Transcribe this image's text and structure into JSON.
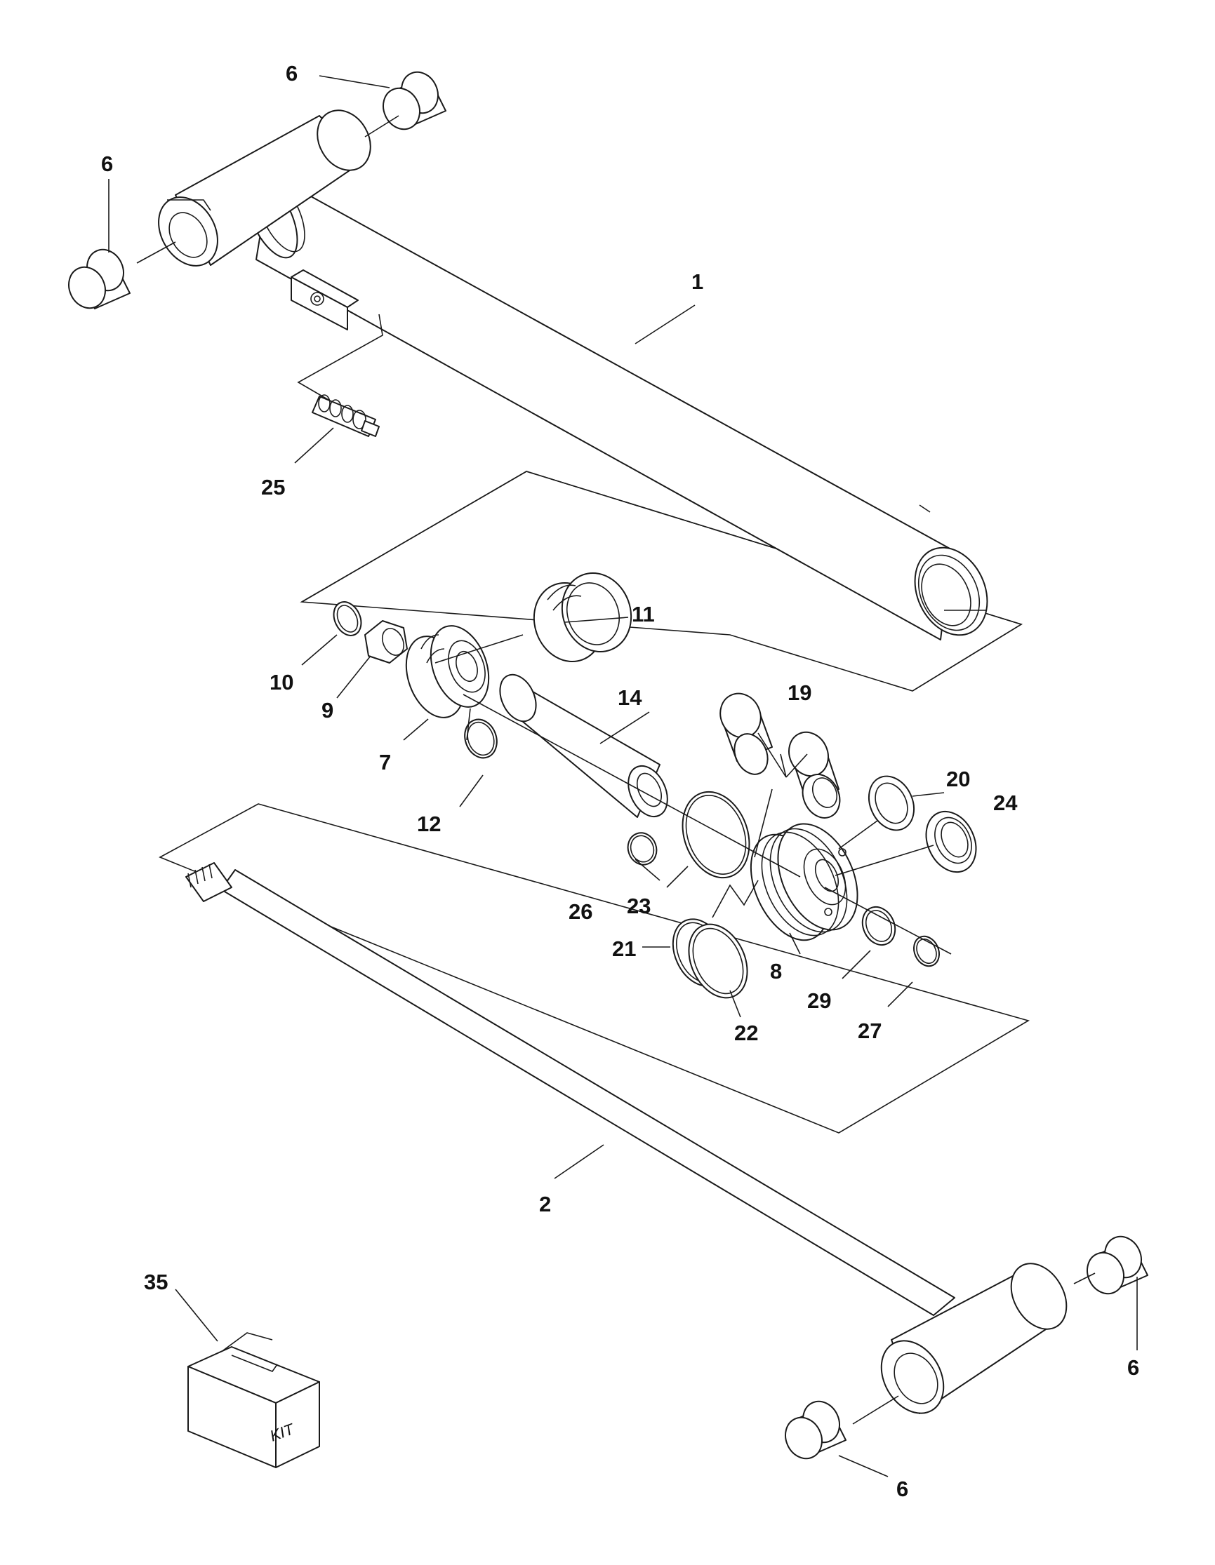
{
  "diagram": {
    "callouts": {
      "c1": "1",
      "c2": "2",
      "c6a": "6",
      "c6b": "6",
      "c6c": "6",
      "c6d": "6",
      "c7": "7",
      "c8": "8",
      "c9": "9",
      "c10": "10",
      "c11": "11",
      "c12": "12",
      "c14": "14",
      "c19": "19",
      "c20": "20",
      "c21": "21",
      "c22": "22",
      "c23": "23",
      "c24": "24",
      "c25": "25",
      "c26": "26",
      "c27": "27",
      "c29": "29",
      "c35": "35"
    },
    "kit_label": "KIT"
  }
}
